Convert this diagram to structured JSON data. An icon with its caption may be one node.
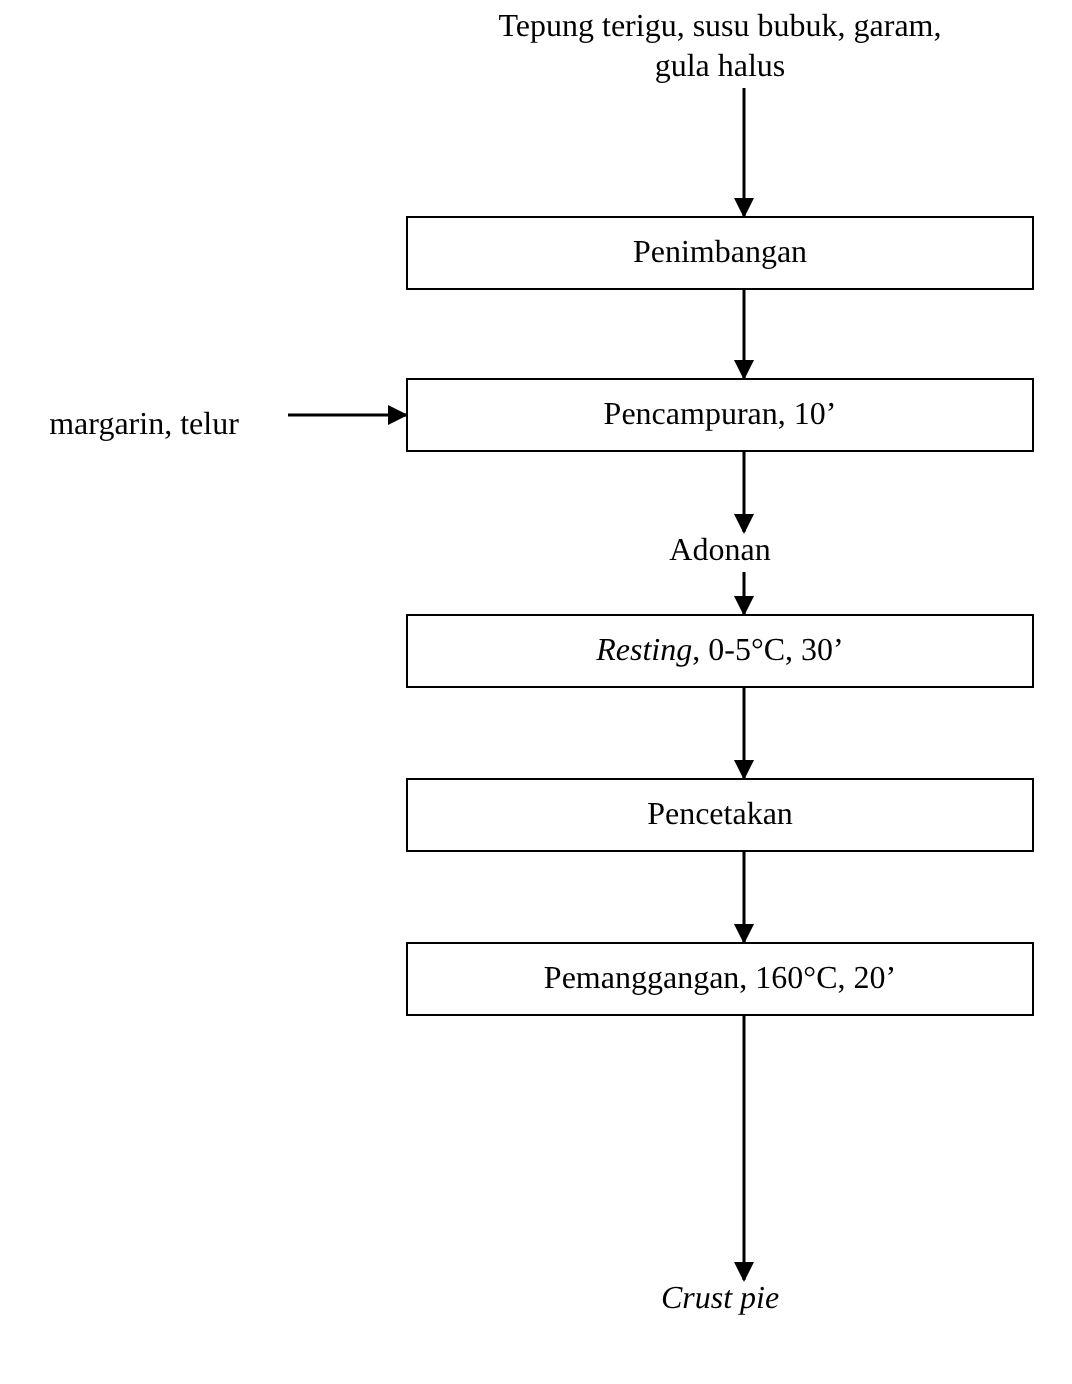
{
  "diagram": {
    "nodes": [
      {
        "text": [
          "Tepung terigu, susu bubuk, garam, gula halus"
        ]
      },
      {
        "text": [
          "Penimbangan"
        ]
      },
      {
        "text": [
          "margarin, telur"
        ]
      },
      {
        "text": [
          "Pencampuran, 10’"
        ]
      },
      {
        "text": [
          "Adonan"
        ]
      },
      {
        "text": [
          "*Resting*, 0-5°C, 30’"
        ]
      },
      {
        "text": [
          "Pencetakan"
        ]
      },
      {
        "text": [
          "Pemanggangan, 160°C, 20’"
        ]
      },
      {
        "text": [
          "Crust pie"
        ]
      }
    ],
    "edges": [
      {
        "from": 0,
        "to": 1,
        "arrow": "to"
      },
      {
        "from": 1,
        "to": 3,
        "arrow": "to"
      },
      {
        "from": 2,
        "to": 3,
        "arrow": "to"
      },
      {
        "from": 3,
        "to": 4,
        "arrow": "to"
      },
      {
        "from": 4,
        "to": 5,
        "arrow": "to"
      },
      {
        "from": 5,
        "to": 6,
        "arrow": "to"
      },
      {
        "from": 6,
        "to": 7,
        "arrow": "to"
      },
      {
        "from": 7,
        "to": 8,
        "arrow": "to"
      }
    ]
  }
}
